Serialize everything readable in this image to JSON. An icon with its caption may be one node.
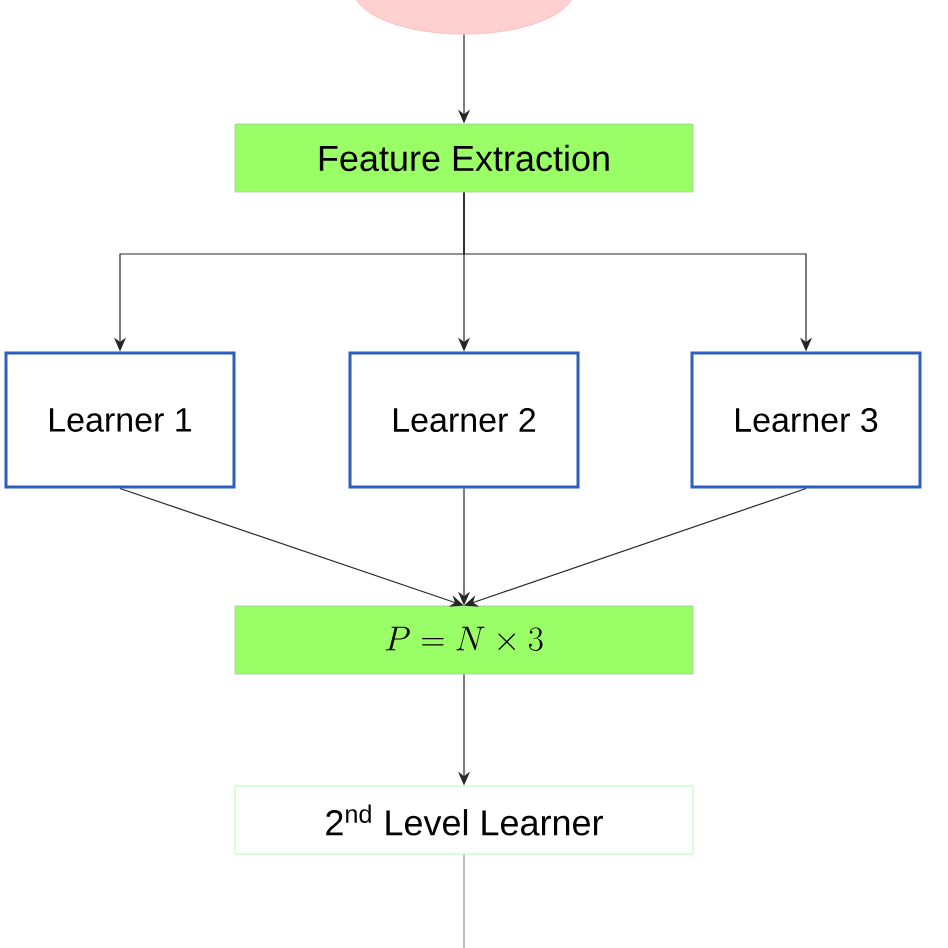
{
  "diagram": {
    "nodes": [
      {
        "text": [],
        "shape": "ellipse"
      },
      {
        "text": [
          "Feature Extraction"
        ]
      },
      {
        "text": [
          "Learner 1"
        ]
      },
      {
        "text": [
          "Learner 2"
        ]
      },
      {
        "text": [
          "Learner 3"
        ]
      },
      {
        "text": [
          "P = N \\times 3"
        ]
      },
      {
        "text": [
          "2$^{nd}$ Level Learner"
        ]
      }
    ],
    "edges": [
      {
        "from": 0,
        "to": 1,
        "arrow": "to"
      },
      {
        "from": 1,
        "to": 2,
        "arrow": "to"
      },
      {
        "from": 1,
        "to": 3,
        "arrow": "to"
      },
      {
        "from": 1,
        "to": 4,
        "arrow": "to"
      },
      {
        "from": 2,
        "to": 5,
        "arrow": "to"
      },
      {
        "from": 3,
        "to": 5,
        "arrow": "to"
      },
      {
        "from": 4,
        "to": 5,
        "arrow": "to"
      },
      {
        "from": 5,
        "to": 6,
        "arrow": "to"
      },
      {
        "from": 6,
        "to": null,
        "arrow": "none",
        "color": "#999999"
      }
    ]
  }
}
